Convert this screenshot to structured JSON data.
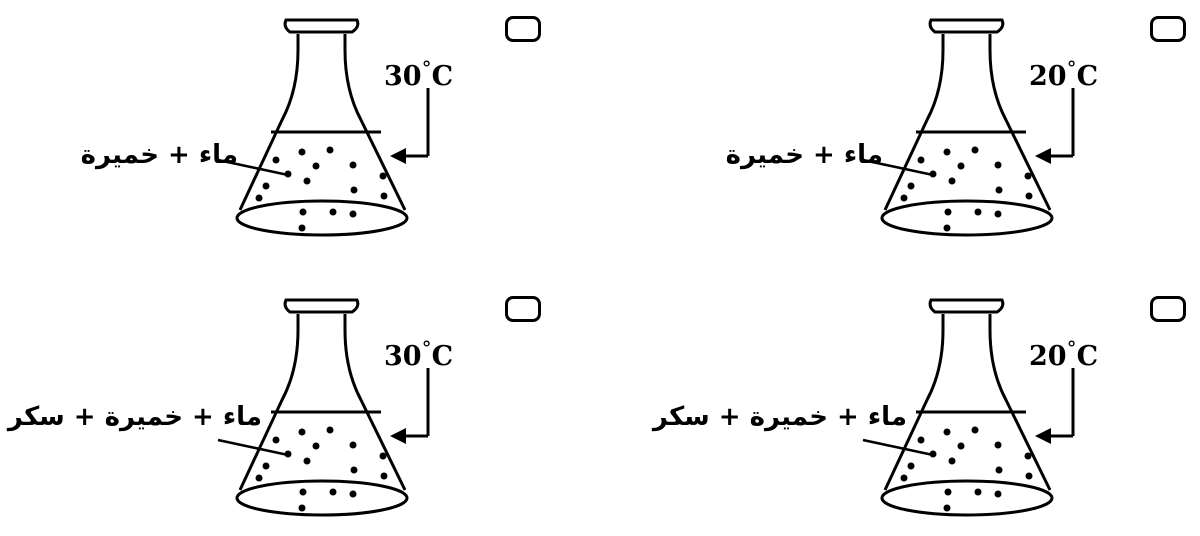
{
  "panels": [
    {
      "id": "top-right",
      "label": "ماء + خميرة",
      "temp_value": "20",
      "temp_unit": "C"
    },
    {
      "id": "top-left",
      "label": "ماء + خميرة",
      "temp_value": "30",
      "temp_unit": "C"
    },
    {
      "id": "bottom-right",
      "label": "ماء + خميرة + سكر",
      "temp_value": "20",
      "temp_unit": "C"
    },
    {
      "id": "bottom-left",
      "label": "ماء + خميرة + سكر",
      "temp_value": "30",
      "temp_unit": "C"
    }
  ],
  "degree_symbol": "°"
}
